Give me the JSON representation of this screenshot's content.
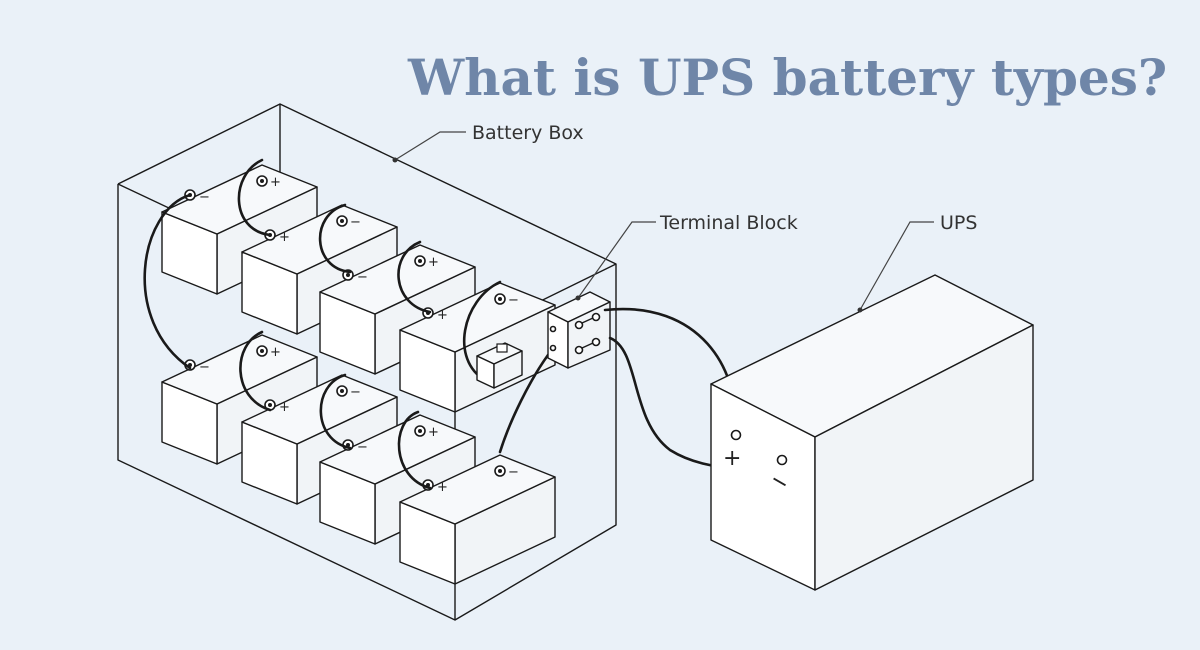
{
  "title": "What is UPS battery types?",
  "labels": {
    "battery_box": "Battery Box",
    "terminal_block": "Terminal Block",
    "ups": "UPS"
  },
  "terminal_signs": {
    "positive": "+",
    "negative": "−"
  },
  "colors": {
    "background": "#eaf1f8",
    "title": "#6f86a8",
    "line": "#1a1a1a"
  }
}
